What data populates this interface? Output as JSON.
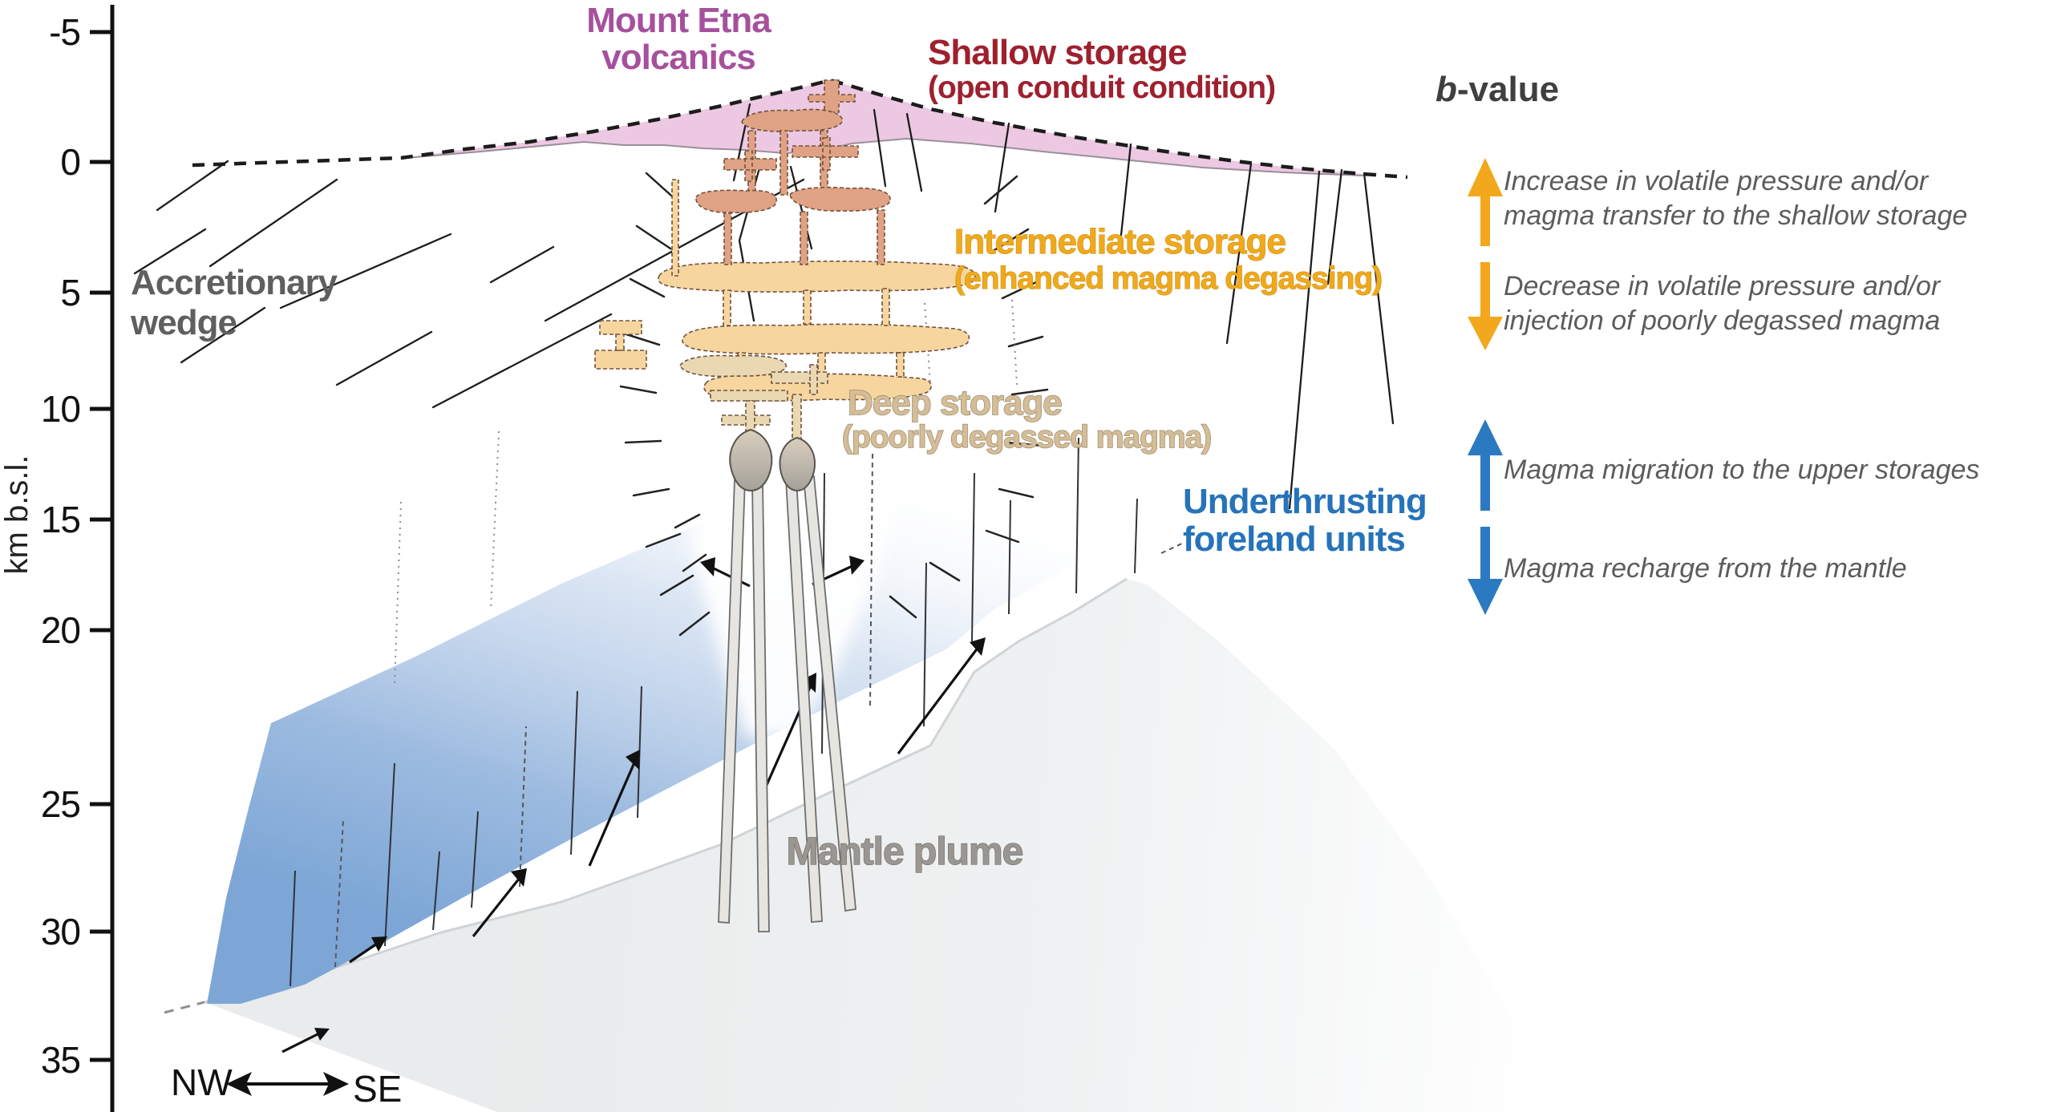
{
  "axis": {
    "title": "km b.s.l.",
    "ticks": [
      "-5",
      "0",
      "5",
      "10",
      "15",
      "20",
      "25",
      "30",
      "35"
    ]
  },
  "labels": {
    "volcanics_line1": "Mount Etna",
    "volcanics_line2": "volcanics",
    "shallow_line1": "Shallow storage",
    "shallow_line2": "(open conduit condition)",
    "intermediate_line1": "Intermediate storage",
    "intermediate_line2": "(enhanced magma degassing)",
    "deep_line1": "Deep storage",
    "deep_line2": "(poorly degassed magma)",
    "accretionary_line1": "Accretionary",
    "accretionary_line2": "wedge",
    "underthrust_line1": "Underthrusting",
    "underthrust_line2": "foreland units",
    "mantle": "Mantle plume"
  },
  "legend": {
    "title_b": "b",
    "title_rest": "-value",
    "items": [
      {
        "arrow": "up",
        "color": "#f2a71c",
        "line1": "Increase in volatile pressure and/or",
        "line2": "magma transfer to the shallow storage"
      },
      {
        "arrow": "down",
        "color": "#f2a71c",
        "line1": "Decrease in volatile pressure and/or",
        "line2": "injection of poorly degassed magma"
      },
      {
        "arrow": "up",
        "color": "#2b7ac1",
        "line1": "Magma migration to the upper storages",
        "line2": ""
      },
      {
        "arrow": "down",
        "color": "#2b7ac1",
        "line1": "Magma recharge from the mantle",
        "line2": ""
      }
    ]
  },
  "compass": {
    "left": "NW",
    "right": "SE"
  },
  "colors": {
    "volcanics_pink": "#ecc8e2",
    "shallow_salmon": "#e0a284",
    "intermediate_orange": "#f6d69e",
    "deep_tan": "#ead8b2",
    "conduit_gray": "#e6e5e1",
    "foreland_blue": "#7da6d6",
    "mantle_gray": "#eceeee",
    "arrow_orange": "#f2a71c",
    "arrow_blue": "#2b7ac1",
    "text_purple": "#a6509d",
    "text_darkred": "#9e202e",
    "text_blue": "#2673ba",
    "text_gray": "#5f5f5f"
  }
}
